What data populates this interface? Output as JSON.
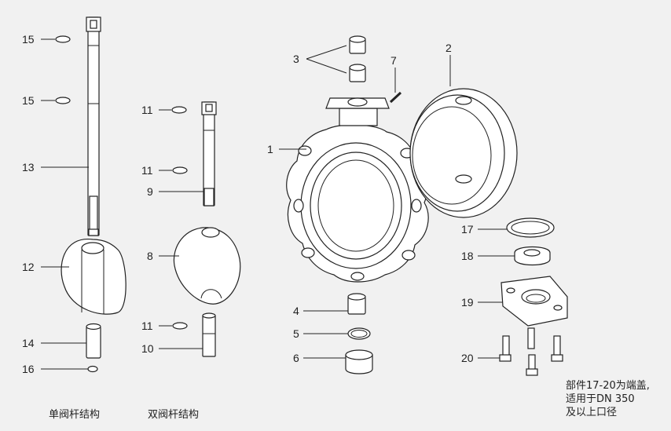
{
  "callouts": [
    {
      "id": "n15a",
      "text": "15"
    },
    {
      "id": "n15b",
      "text": "15"
    },
    {
      "id": "n13",
      "text": "13"
    },
    {
      "id": "n12",
      "text": "12"
    },
    {
      "id": "n14",
      "text": "14"
    },
    {
      "id": "n16",
      "text": "16"
    },
    {
      "id": "n11a",
      "text": "11"
    },
    {
      "id": "n11b",
      "text": "11"
    },
    {
      "id": "n9",
      "text": "9"
    },
    {
      "id": "n8",
      "text": "8"
    },
    {
      "id": "n11c",
      "text": "11"
    },
    {
      "id": "n10",
      "text": "10"
    },
    {
      "id": "n3",
      "text": "3"
    },
    {
      "id": "n7",
      "text": "7"
    },
    {
      "id": "n2",
      "text": "2"
    },
    {
      "id": "n1",
      "text": "1"
    },
    {
      "id": "n4",
      "text": "4"
    },
    {
      "id": "n5",
      "text": "5"
    },
    {
      "id": "n6",
      "text": "6"
    },
    {
      "id": "n17",
      "text": "17"
    },
    {
      "id": "n18",
      "text": "18"
    },
    {
      "id": "n19",
      "text": "19"
    },
    {
      "id": "n20",
      "text": "20"
    }
  ],
  "captions": {
    "single_stem": "单阀杆结构",
    "double_stem": "双阀杆结构",
    "note_line1": "部件17-20为端盖,",
    "note_line2": "适用于DN 350",
    "note_line3": "及以上口径"
  }
}
